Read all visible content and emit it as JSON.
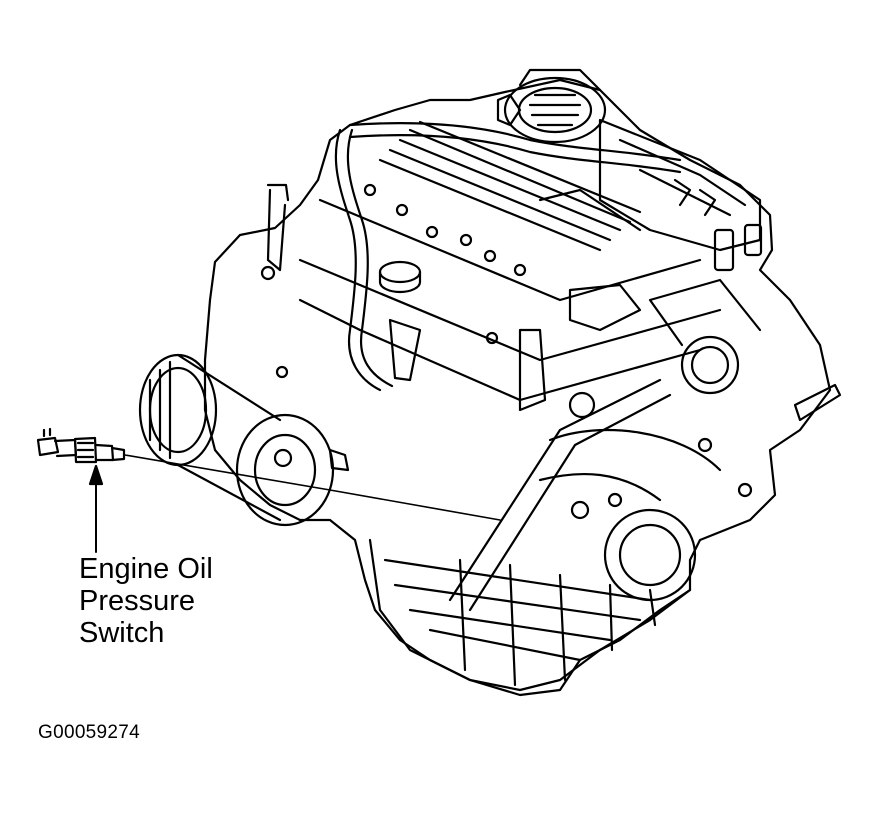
{
  "callout": {
    "line1": "Engine Oil",
    "line2": "Pressure",
    "line3": "Switch"
  },
  "figure_id": "G00059274",
  "colors": {
    "ink": "#000000",
    "paper": "#ffffff"
  }
}
